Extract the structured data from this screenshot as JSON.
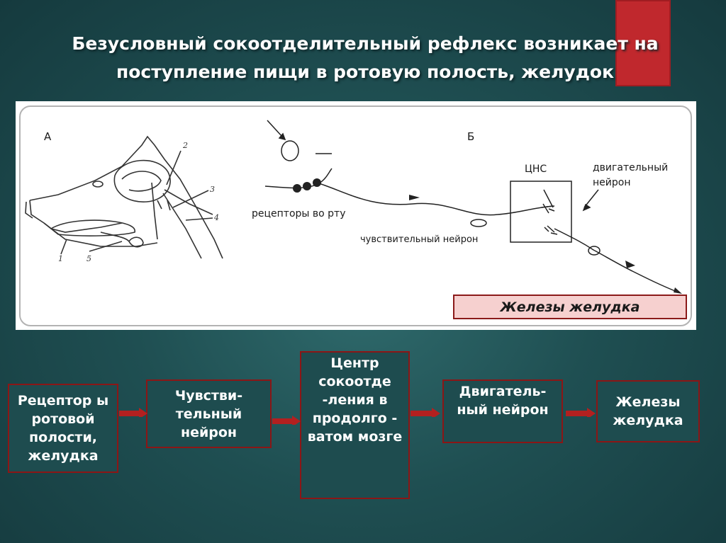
{
  "title": "Безусловный сокоотделительный рефлекс возникает на поступление пищи в ротовую полость, желудок",
  "diagram": {
    "label_a": "А",
    "label_b": "Б",
    "cns": "ЦНС",
    "motor_neuron_label": "двигательный нейрон",
    "receptors_label": "рецепторы во рту",
    "sensory_neuron_label": "чувствительный нейрон",
    "glands_label": "Железы желудка",
    "numbers": [
      "1",
      "2",
      "3",
      "4",
      "5"
    ]
  },
  "flow": [
    "Рецептор ы ротовой полости, желудка",
    "Чувстви- тельный нейрон",
    "Центр сокоотде -ления в продолго - ватом мозге",
    "Двигатель- ный нейрон",
    "Железы желудка"
  ],
  "colors": {
    "background": "#1f4f52",
    "accent_red": "#c0282d",
    "box_border": "#8b1616",
    "glands_fill": "#f6d0cf"
  }
}
